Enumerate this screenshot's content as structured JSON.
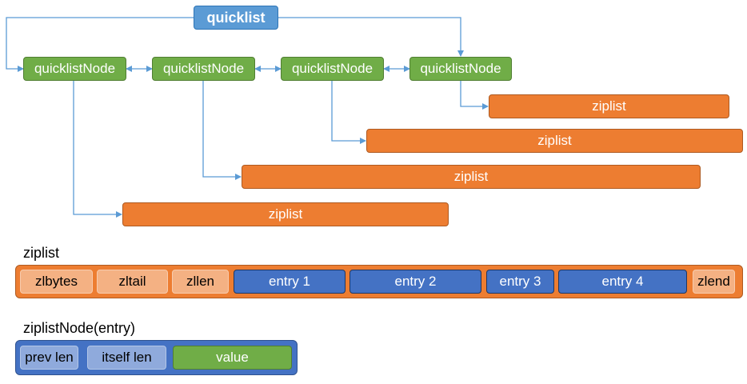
{
  "top": {
    "quicklist_label": "quicklist",
    "nodes": [
      "quicklistNode",
      "quicklistNode",
      "quicklistNode",
      "quicklistNode"
    ],
    "ziplists": [
      "ziplist",
      "ziplist",
      "ziplist",
      "ziplist"
    ]
  },
  "ziplist_section": {
    "title": "ziplist",
    "fields": [
      "zlbytes",
      "zltail",
      "zllen",
      "entry 1",
      "entry 2",
      "entry 3",
      "entry 4",
      "zlend"
    ]
  },
  "entry_section": {
    "title": "ziplistNode(entry)",
    "fields": [
      "prev len",
      "itself len",
      "value"
    ]
  },
  "colors": {
    "quicklist": "#5b9bd5",
    "node": "#70ad47",
    "ziplist": "#ed7d31",
    "connector": "#5b9bd5",
    "header_field": "#f4b183",
    "entry_field": "#4472c4",
    "len_field": "#8faadc",
    "value_field": "#70ad47"
  }
}
